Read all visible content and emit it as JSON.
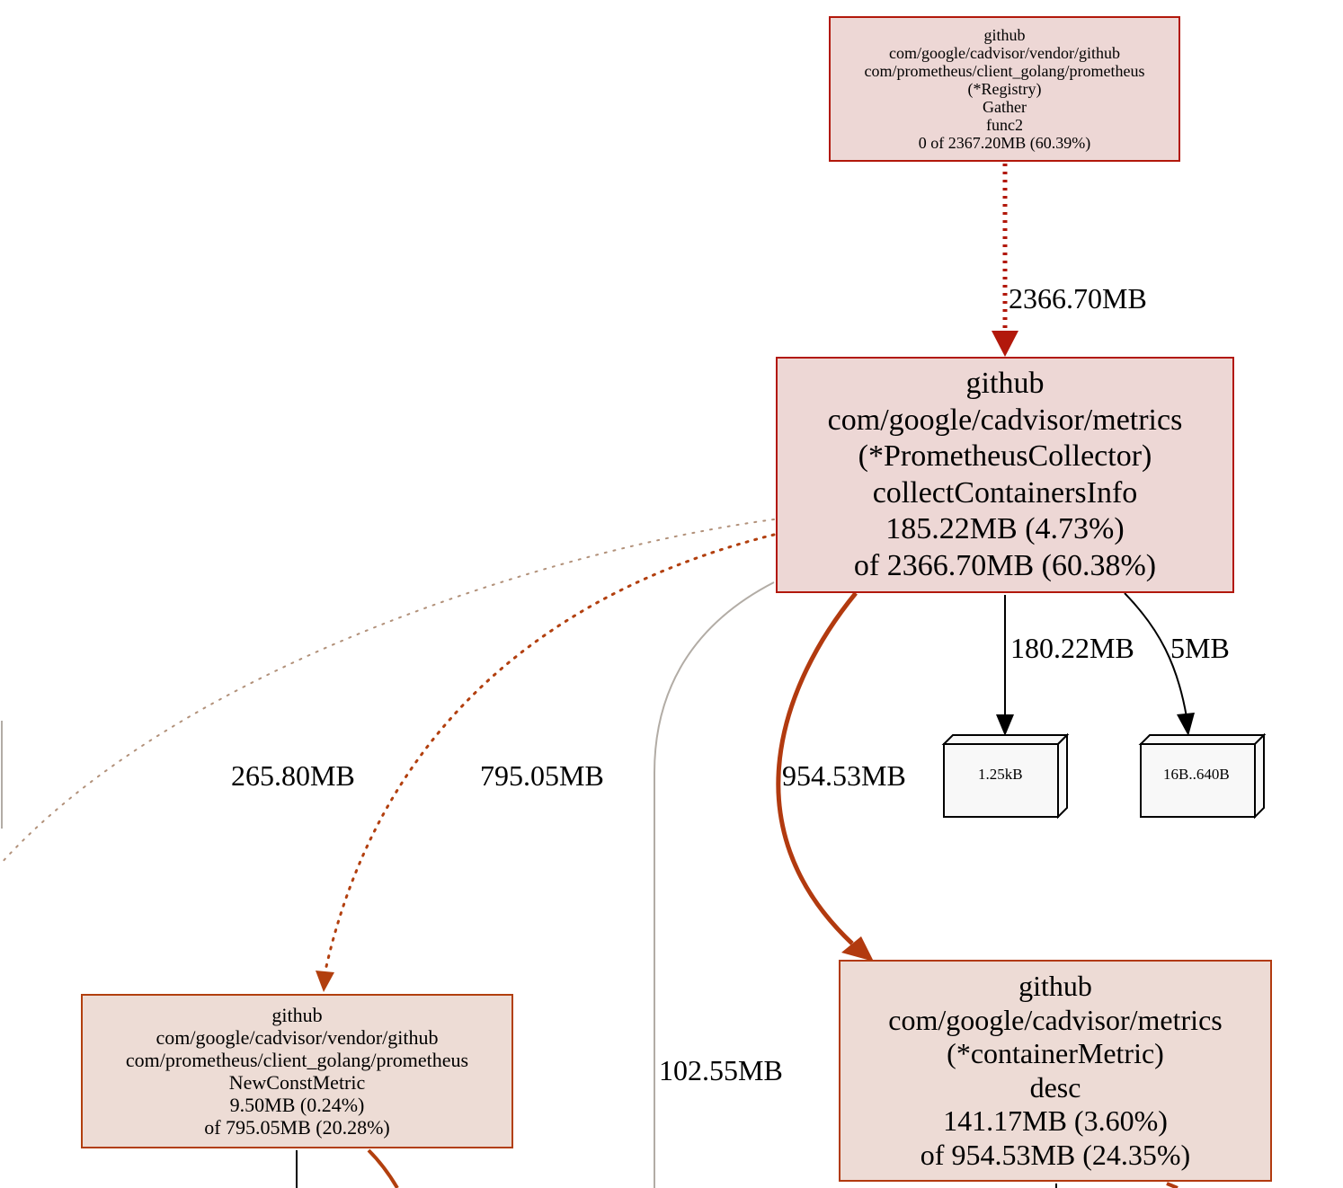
{
  "nodes": {
    "gather": {
      "lines": [
        "github",
        "com/google/cadvisor/vendor/github",
        "com/prometheus/client_golang/prometheus",
        "(*Registry)",
        "Gather",
        "func2",
        "0 of 2367.20MB (60.39%)"
      ],
      "fill": "#edd7d5",
      "border": "#b2180b"
    },
    "collect": {
      "lines": [
        "github",
        "com/google/cadvisor/metrics",
        "(*PrometheusCollector)",
        "collectContainersInfo",
        "185.22MB (4.73%)",
        "of 2366.70MB (60.38%)"
      ],
      "fill": "#edd7d5",
      "border": "#b2180b"
    },
    "newconst": {
      "lines": [
        "github",
        "com/google/cadvisor/vendor/github",
        "com/prometheus/client_golang/prometheus",
        "NewConstMetric",
        "9.50MB (0.24%)",
        "of 795.05MB (20.28%)"
      ],
      "fill": "#eddcd5",
      "border": "#b23f0e"
    },
    "desc": {
      "lines": [
        "github",
        "com/google/cadvisor/metrics",
        "(*containerMetric)",
        "desc",
        "141.17MB (3.60%)",
        "of 954.53MB (24.35%)"
      ],
      "fill": "#eddbd5",
      "border": "#b23a0f"
    }
  },
  "boxes": {
    "small": {
      "label": "1.25kB"
    },
    "range": {
      "label": "16B..640B"
    }
  },
  "edges": {
    "gather_collect": {
      "label": "2366.70MB",
      "color": "#b2180b",
      "style": "dotted"
    },
    "collect_small": {
      "label": "180.22MB",
      "color": "#000000",
      "style": "solid"
    },
    "collect_range": {
      "label": "5MB",
      "color": "#000000",
      "style": "solid"
    },
    "collect_desc": {
      "label": "954.53MB",
      "color": "#b23a0f",
      "style": "solid"
    },
    "collect_newconst": {
      "label": "795.05MB",
      "color": "#b23f0e",
      "style": "dotted"
    },
    "collect_left": {
      "label": "265.80MB",
      "color": "#b2917a",
      "style": "dotted"
    },
    "collect_down": {
      "label": "102.55MB",
      "color": "#b2aca5",
      "style": "solid"
    }
  }
}
